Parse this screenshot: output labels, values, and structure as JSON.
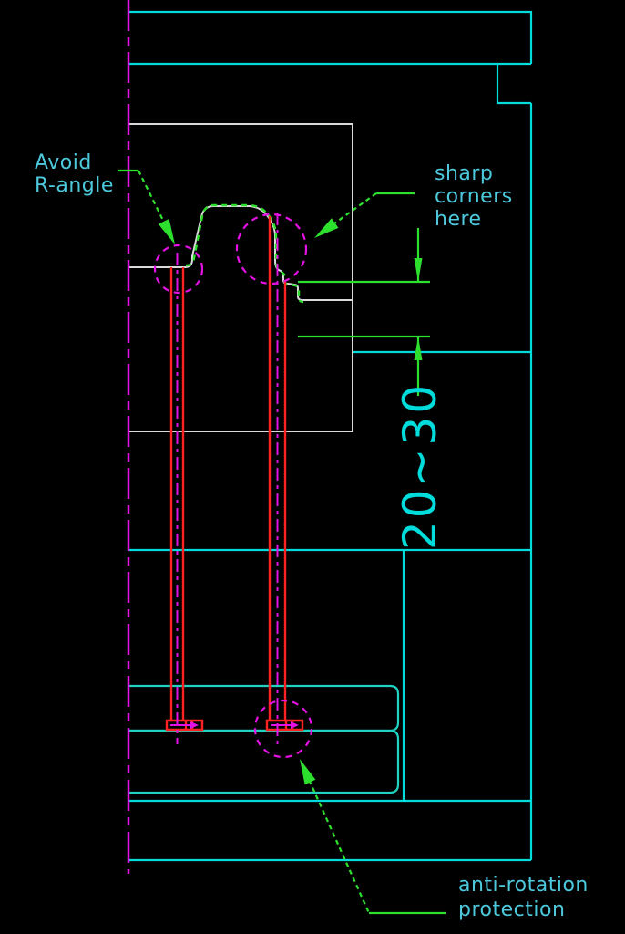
{
  "drawing": {
    "kind": "mold-ejector-pin-section",
    "annotations": {
      "avoid_r_angle": {
        "line1": "Avoid",
        "line2": "R-angle"
      },
      "sharp_corners": {
        "line1": "sharp",
        "line2": "corners",
        "line3": "here"
      },
      "anti_rotation": {
        "line1": "anti-rotation",
        "line2": "protection"
      },
      "dimension_range": {
        "value": "20~30"
      }
    },
    "colors": {
      "background": "#000000",
      "outline_cyan": "#00dcdc",
      "outline_teal": "#1fd2c2",
      "outline_white": "#d9d9d9",
      "pin_red": "#ff2222",
      "centerline_magenta": "#e412e4",
      "annotation_green": "#2ee02e",
      "label_text_cyan": "#4cc9dd"
    }
  }
}
